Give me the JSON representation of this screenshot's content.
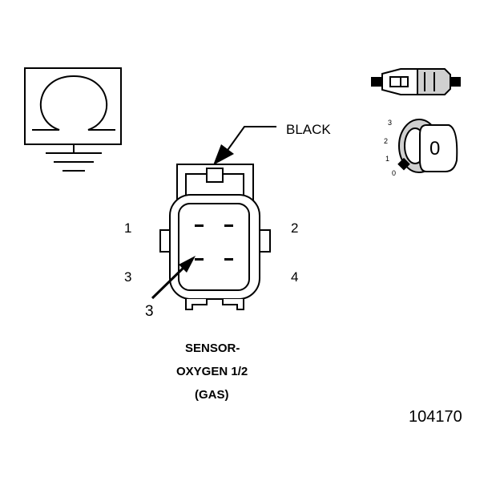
{
  "connector": {
    "wire_color_label": "BLACK",
    "pin_labels": [
      "1",
      "2",
      "3",
      "4"
    ],
    "callout_pin": "3",
    "name_lines": [
      "SENSOR-",
      "OXYGEN 1/2",
      "(GAS)"
    ]
  },
  "position_indicator": {
    "scale_labels": [
      "3",
      "2",
      "1",
      "0"
    ],
    "key_label": "0"
  },
  "figure_number": "104170",
  "colors": {
    "ink": "#000000",
    "paper": "#ffffff",
    "shade": "#d0d0d0"
  }
}
